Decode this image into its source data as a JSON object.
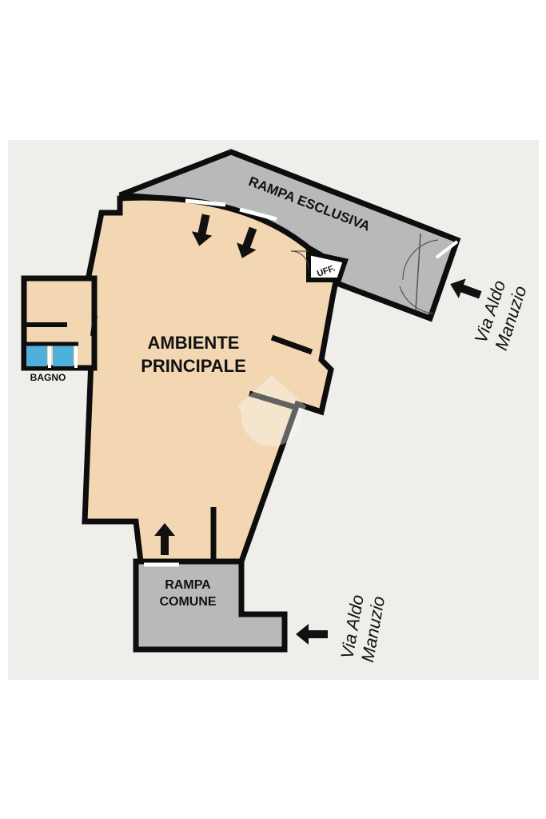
{
  "rooms": {
    "main": [
      "AMBIENTE",
      "PRINCIPALE"
    ],
    "ramp_exclusive": "RAMPA ESCLUSIVA",
    "ramp_common": [
      "RAMPA",
      "COMUNE"
    ],
    "office": "UFF.",
    "bathroom": "BAGNO"
  },
  "streets": {
    "east": [
      "Via Aldo",
      "Manuzio"
    ],
    "south": [
      "Via Aldo",
      "Manuzio"
    ]
  },
  "colors": {
    "background": "#efeeea",
    "room_fill": "#f2d7b2",
    "ramp_fill": "#b9b9b9",
    "wall": "#0d0d0d",
    "bath_fill": "#4fb0dc",
    "window": "#ffffff"
  },
  "icons": [
    "arrow-icon",
    "watermark-logo"
  ]
}
